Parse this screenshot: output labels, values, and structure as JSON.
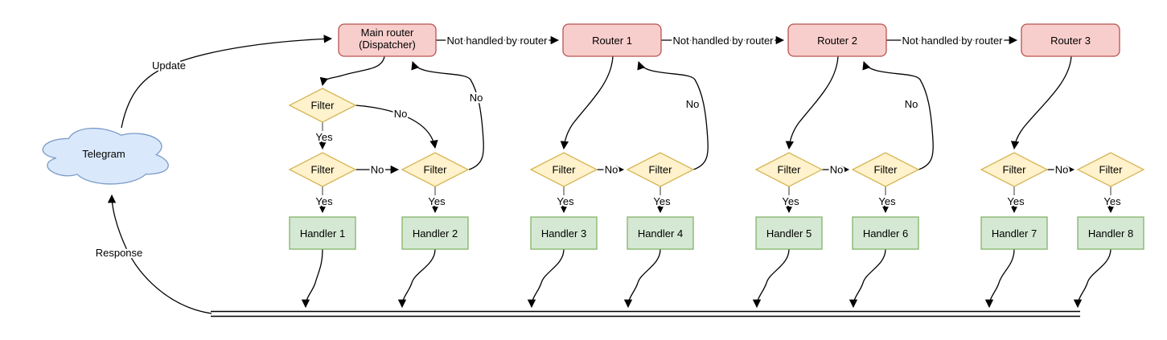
{
  "diagram": {
    "colors": {
      "router_fill": "#f8cecc",
      "router_stroke": "#b85450",
      "filter_fill": "#fff2cc",
      "filter_stroke": "#d6b656",
      "handler_fill": "#d5e8d4",
      "handler_stroke": "#82b366",
      "cloud_fill": "#dae8fc",
      "cloud_stroke": "#7a9cc6",
      "edge": "#000000",
      "stub": "#666666",
      "background": "#ffffff"
    },
    "nodes": {
      "cloud": "Telegram",
      "main_router_line1": "Main router",
      "main_router_line2": "(Dispatcher)",
      "router1": "Router 1",
      "router2": "Router 2",
      "router3": "Router 3",
      "filter": "Filter",
      "handlers": [
        "Handler 1",
        "Handler 2",
        "Handler 3",
        "Handler 4",
        "Handler 5",
        "Handler 6",
        "Handler 7",
        "Handler 8"
      ]
    },
    "edges": {
      "update": "Update",
      "response": "Response",
      "not_handled": "Not handled by router",
      "yes": "Yes",
      "no": "No"
    }
  }
}
